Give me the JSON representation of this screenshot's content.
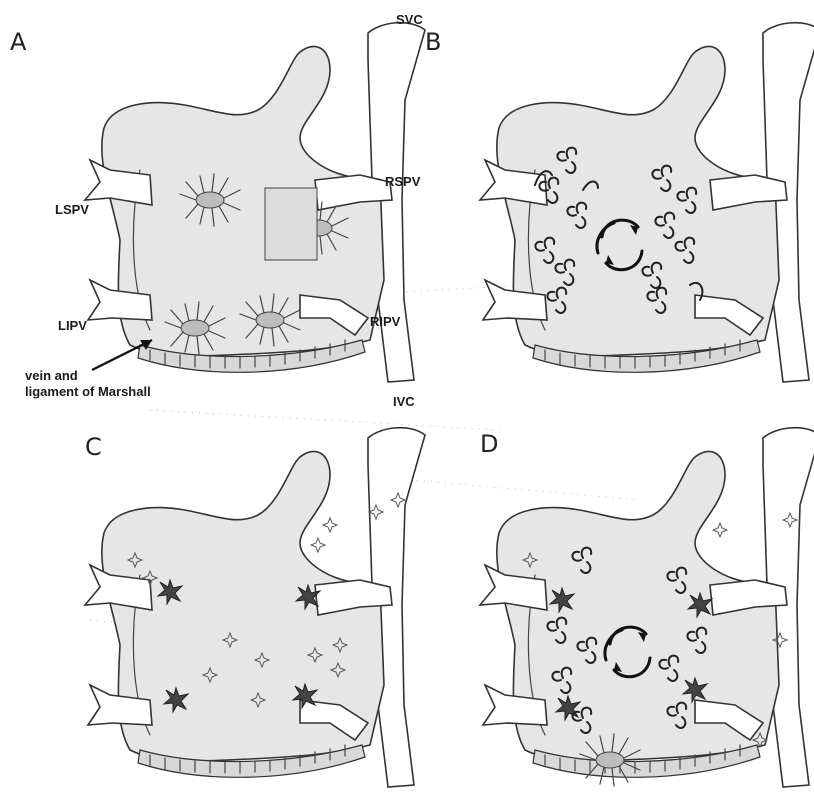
{
  "panels": [
    {
      "letter": "A"
    },
    {
      "letter": "B"
    },
    {
      "letter": "C"
    },
    {
      "letter": "D"
    }
  ],
  "labels": {
    "svc": "SVC",
    "rspv": "RSPV",
    "lspv": "LSPV",
    "lipv": "LIPV",
    "ripv": "RIPV",
    "ivc": "IVC",
    "marshall_line1": "vein and",
    "marshall_line2": "ligament of Marshall"
  },
  "colors": {
    "outline": "#333333",
    "atrium_fill": "#e6e6e6",
    "vein_fill": "#ffffff"
  }
}
